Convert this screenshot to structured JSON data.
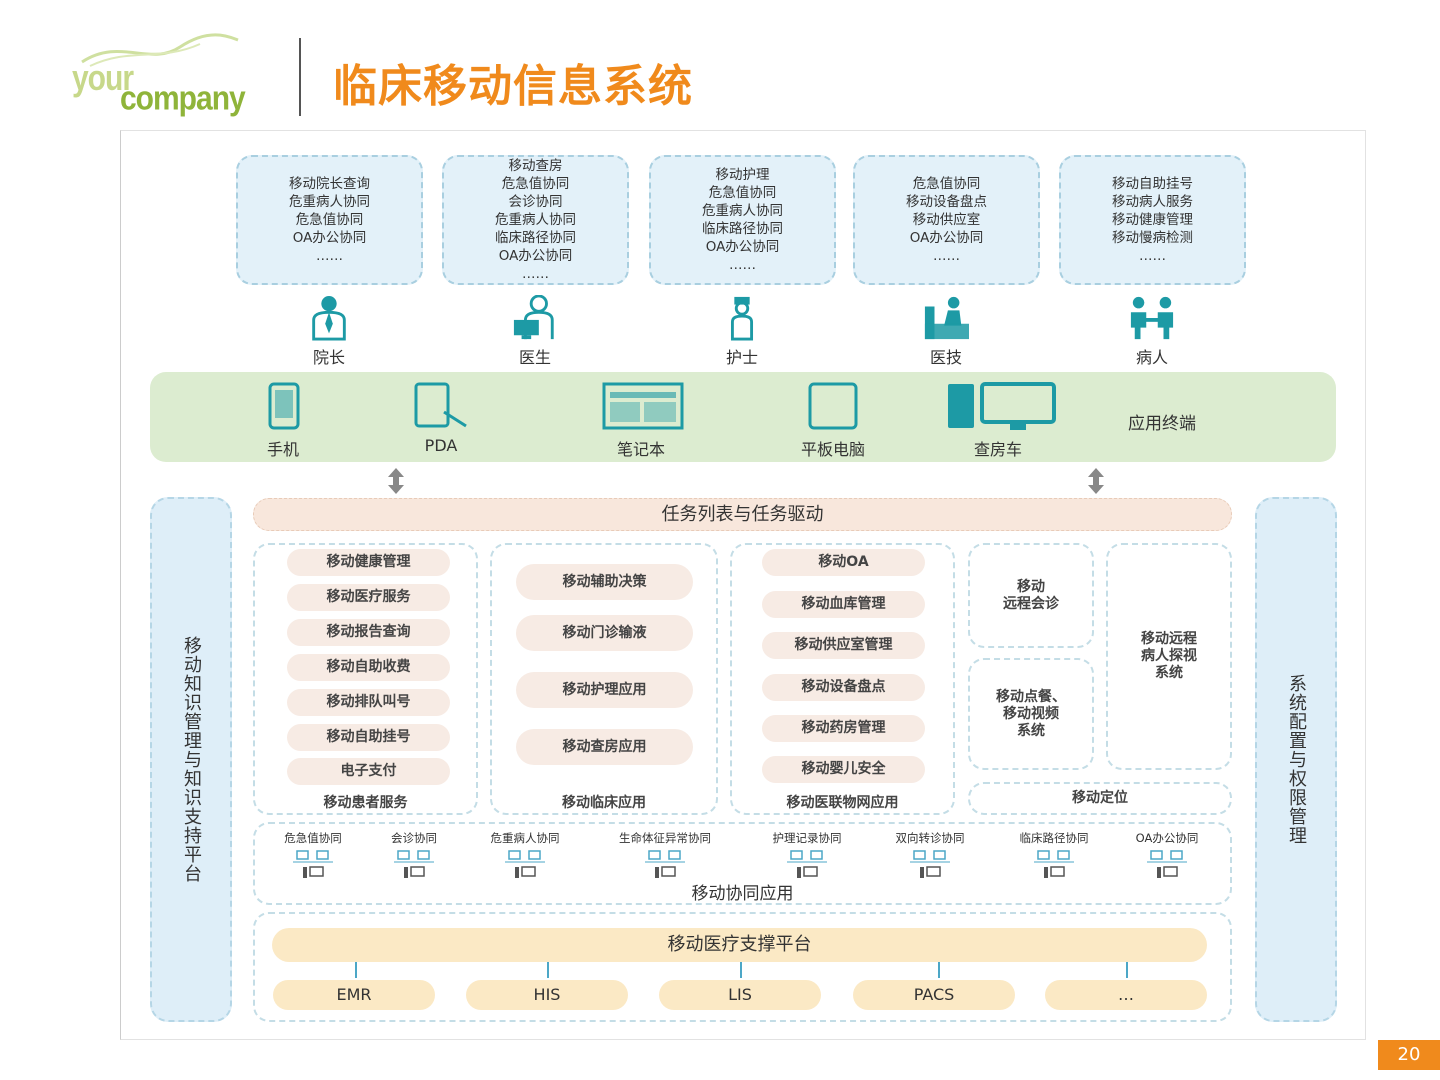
{
  "logo": {
    "line1": "your",
    "line2": "company"
  },
  "title": "临床移动信息系统",
  "roles": [
    {
      "name": "院长",
      "items": [
        "移动院长查询",
        "危重病人协同",
        "危急值协同",
        "OA办公协同",
        "……"
      ]
    },
    {
      "name": "医生",
      "items": [
        "移动查房",
        "危急值协同",
        "会诊协同",
        "危重病人协同",
        "临床路径协同",
        "OA办公协同",
        "……"
      ]
    },
    {
      "name": "护士",
      "items": [
        "移动护理",
        "危急值协同",
        "危重病人协同",
        "临床路径协同",
        "OA办公协同",
        "……"
      ]
    },
    {
      "name": "医技",
      "items": [
        "危急值协同",
        "移动设备盘点",
        "移动供应室",
        "OA办公协同",
        "……"
      ]
    },
    {
      "name": "病人",
      "items": [
        "移动自助挂号",
        "移动病人服务",
        "移动健康管理",
        "移动慢病检测",
        "……"
      ]
    }
  ],
  "terminals": {
    "label": "应用终端",
    "devices": [
      "手机",
      "PDA",
      "笔记本",
      "平板电脑",
      "查房车"
    ]
  },
  "left_platform": "移动知识管理与知识支持平台",
  "right_platform": "系统配置与权限管理",
  "task_bar": "任务列表与任务驱动",
  "patient_service": {
    "label": "移动患者服务",
    "items": [
      "移动健康管理",
      "移动医疗服务",
      "移动报告查询",
      "移动自助收费",
      "移动排队叫号",
      "移动自助挂号",
      "电子支付"
    ]
  },
  "clinical": {
    "label": "移动临床应用",
    "items": [
      "移动辅助决策",
      "移动门诊输液",
      "移动护理应用",
      "移动查房应用"
    ]
  },
  "iot": {
    "label": "移动医联物网应用",
    "items": [
      "移动OA",
      "移动血库管理",
      "移动供应室管理",
      "移动设备盘点",
      "移动药房管理",
      "移动婴儿安全"
    ]
  },
  "remote_consult": [
    "移动",
    "远程会诊"
  ],
  "meal_video": [
    "移动点餐、",
    "移动视频",
    "系统"
  ],
  "remote_visit": [
    "移动远程",
    "病人探视",
    "系统"
  ],
  "location": "移动定位",
  "collab": {
    "label": "移动协同应用",
    "items": [
      "危急值协同",
      "会诊协同",
      "危重病人协同",
      "生命体征异常协同",
      "护理记录协同",
      "双向转诊协同",
      "临床路径协同",
      "OA办公协同"
    ]
  },
  "support": {
    "label": "移动医疗支撑平台",
    "systems": [
      "EMR",
      "HIS",
      "LIS",
      "PACS",
      "…"
    ]
  },
  "page_number": "20",
  "colors": {
    "title": "#f08a1c",
    "teal": "#1d9aa5",
    "band": "#dcecd0",
    "topbox": "#e3f1f9"
  }
}
